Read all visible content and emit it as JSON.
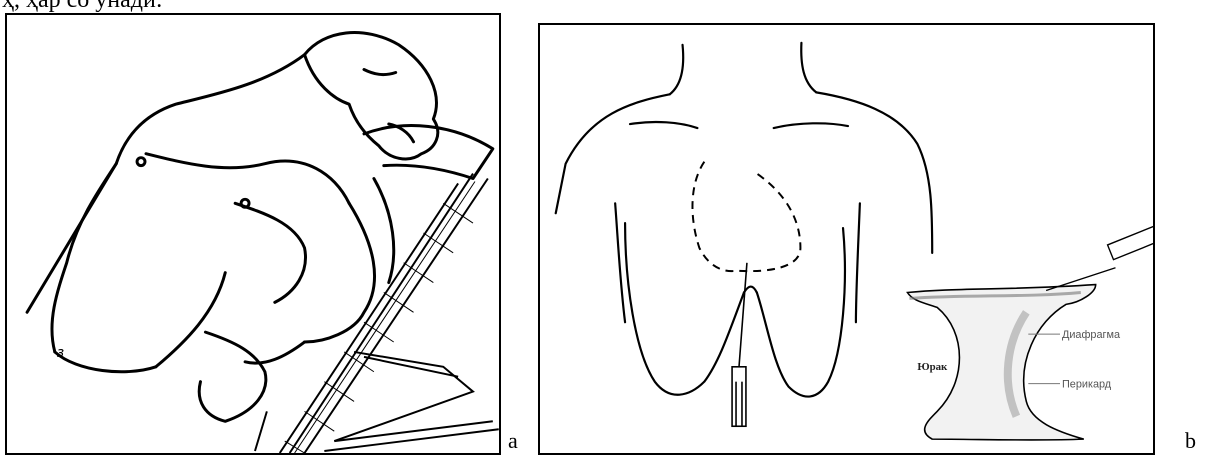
{
  "header": {
    "text": "ҳ, ҳар со унади:"
  },
  "figures": {
    "a": {
      "label": "a"
    },
    "b": {
      "label": "b",
      "inset_labels": {
        "heart": "Юрак",
        "diaphragm": "Диафрагма",
        "pericardium": "Перикард"
      }
    }
  }
}
